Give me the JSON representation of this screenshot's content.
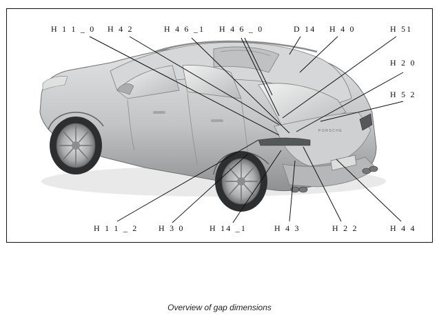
{
  "diagram": {
    "labels": {
      "H11_0": "H 1 1 _ 0",
      "H42": "H 4 2",
      "H46_1": "H 4 6 _1",
      "H46_0": "H 4 6 _ 0",
      "D14": "D 14",
      "H40": "H 4 0",
      "H51": "H 51",
      "H20": "H 2 0",
      "H52": "H 5 2",
      "H11_2": "H 1 1 _ 2",
      "H30": "H 3 0",
      "H14_1": "H 14 _1",
      "H43": "H 4 3",
      "H22": "H 2 2",
      "H44": "H 4 4"
    },
    "badge": "PORSCHE"
  },
  "caption": "Overview of gap dimensions",
  "colors": {
    "line": "#111111",
    "body": "#c9cacb",
    "shadow": "#8d8f91",
    "light": "#eceded"
  }
}
